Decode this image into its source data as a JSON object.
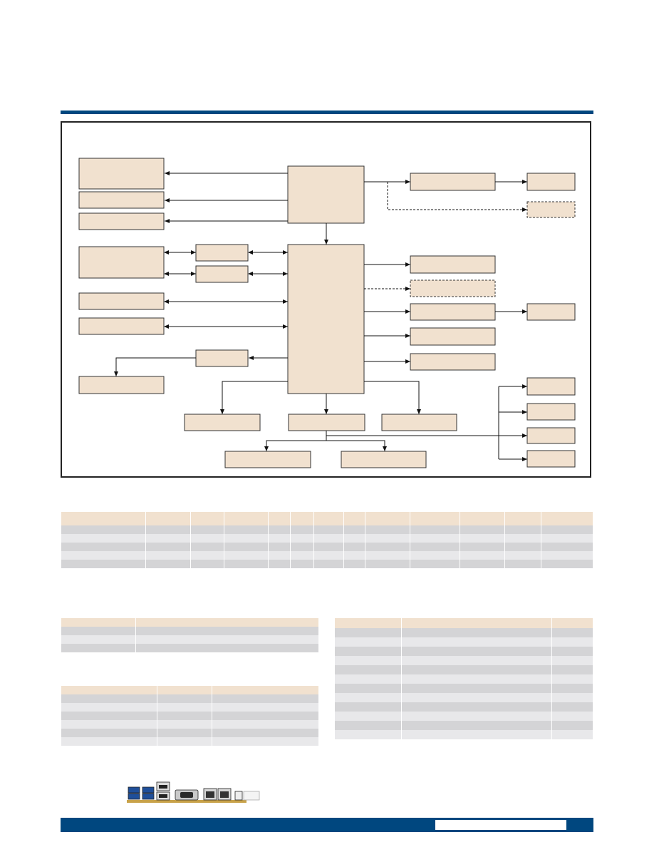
{
  "page": {
    "colors": {
      "accent_blue": "#00477f",
      "block_fill": "#f1e1cf",
      "table_header": "#f1e1cf",
      "row_dark": "#d4d4d6",
      "row_light": "#e8e8ea"
    }
  },
  "tables": {
    "spec_table": {
      "columns": 13,
      "body_rows": 5
    },
    "left_table_top": {
      "columns": 2,
      "body_rows": 3
    },
    "left_table_bottom": {
      "columns": 3,
      "body_rows": 6
    },
    "right_table": {
      "columns": 3,
      "body_rows": 12
    }
  },
  "rear_io": {
    "icons": [
      "usb-port-icon",
      "displayport-icon",
      "serial-port-icon",
      "ethernet-port-icon",
      "audio-port-icon"
    ]
  }
}
